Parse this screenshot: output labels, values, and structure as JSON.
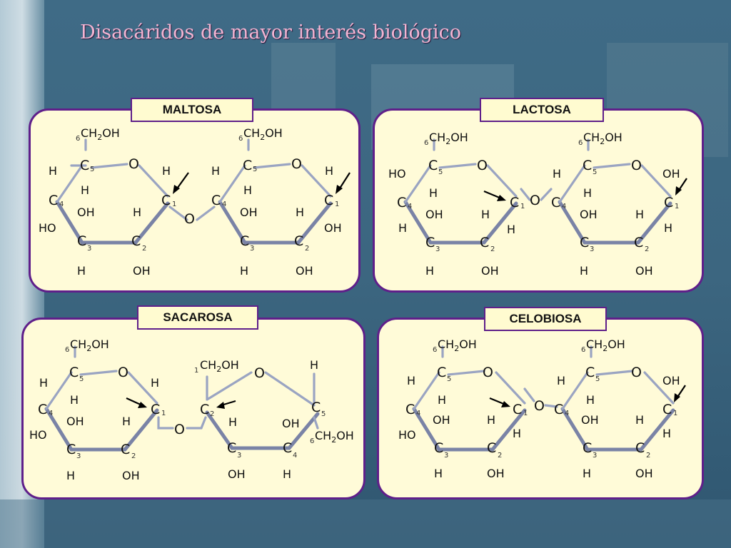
{
  "title": "Disacáridos de mayor interés biológico",
  "panels": [
    {
      "label": "MALTOSA"
    },
    {
      "label": "LACTOSA"
    },
    {
      "label": "SACAROSA"
    },
    {
      "label": "CELOBIOSA"
    }
  ],
  "atoms": {
    "carbon": "C",
    "oxygen": "O",
    "hydrogen": "H",
    "hydroxyl": "OH",
    "hydroxyl_left": "HO",
    "ch2oh_main": "CH",
    "ch2oh_sub": "2",
    "ch2oh_tail": "OH"
  },
  "positions": {
    "c1": "1",
    "c2": "2",
    "c3": "3",
    "c4": "4",
    "c5": "5",
    "c6": "6"
  },
  "colors": {
    "panel_border": "#5f1f8a",
    "panel_fill": "#fffbd8",
    "title": "#f3b4d2",
    "bond": "#9aa4c2",
    "arrow": "#000000"
  }
}
